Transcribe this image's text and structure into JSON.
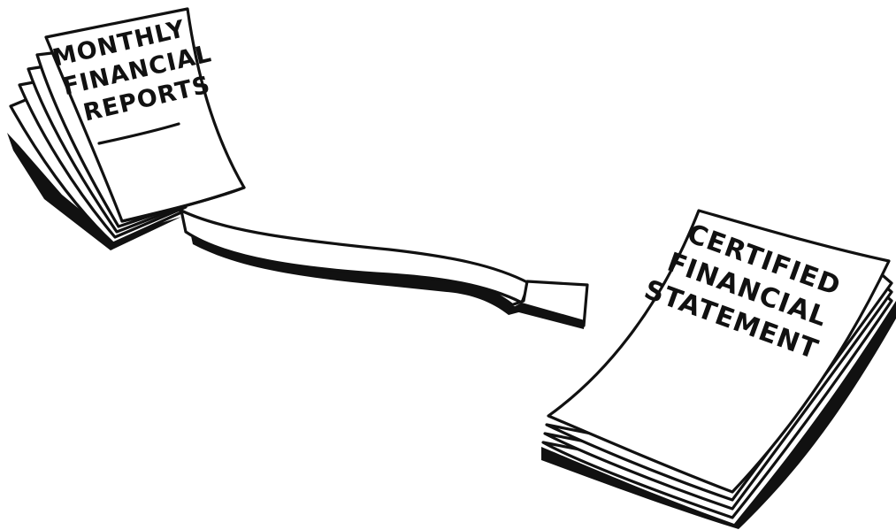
{
  "monthly_reports": {
    "lines": [
      "MONTHLY",
      "FINANCIAL",
      "REPORTS"
    ]
  },
  "certified_statement": {
    "lines": [
      "CERTIFIED",
      "FINANCIAL",
      "STATEMENT"
    ]
  },
  "colors": {
    "ink": "#111111",
    "paper": "#ffffff"
  }
}
